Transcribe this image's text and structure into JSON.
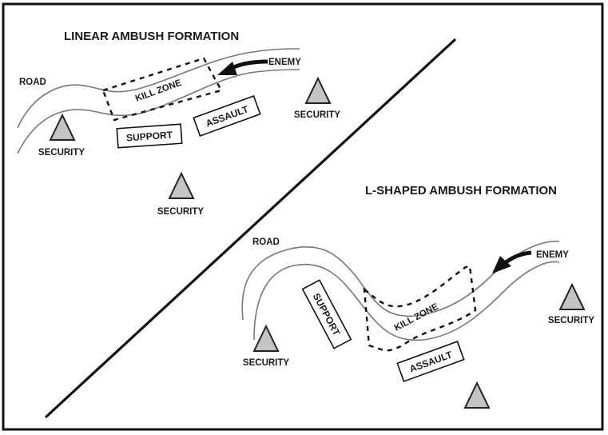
{
  "colors": {
    "frame": "#111111",
    "road": "#777777",
    "security_fill": "#c4c4c4",
    "ink": "#1a1a1a"
  },
  "linear": {
    "title": "LINEAR AMBUSH FORMATION",
    "road_label": "ROAD",
    "enemy_label": "ENEMY",
    "kill_zone_label": "KILL ZONE",
    "support_label": "SUPPORT",
    "assault_label": "ASSAULT",
    "security_labels": [
      "SECURITY",
      "SECURITY",
      "SECURITY"
    ]
  },
  "lshaped": {
    "title": "L-SHAPED AMBUSH FORMATION",
    "road_label": "ROAD",
    "enemy_label": "ENEMY",
    "kill_zone_label": "KILL ZONE",
    "support_label": "SUPPORT",
    "assault_label": "ASSAULT",
    "security_labels": [
      "SECURITY",
      "SECURITY"
    ]
  },
  "icons": {
    "security": "triangle-icon",
    "enemy_direction": "arrow-left-icon"
  }
}
